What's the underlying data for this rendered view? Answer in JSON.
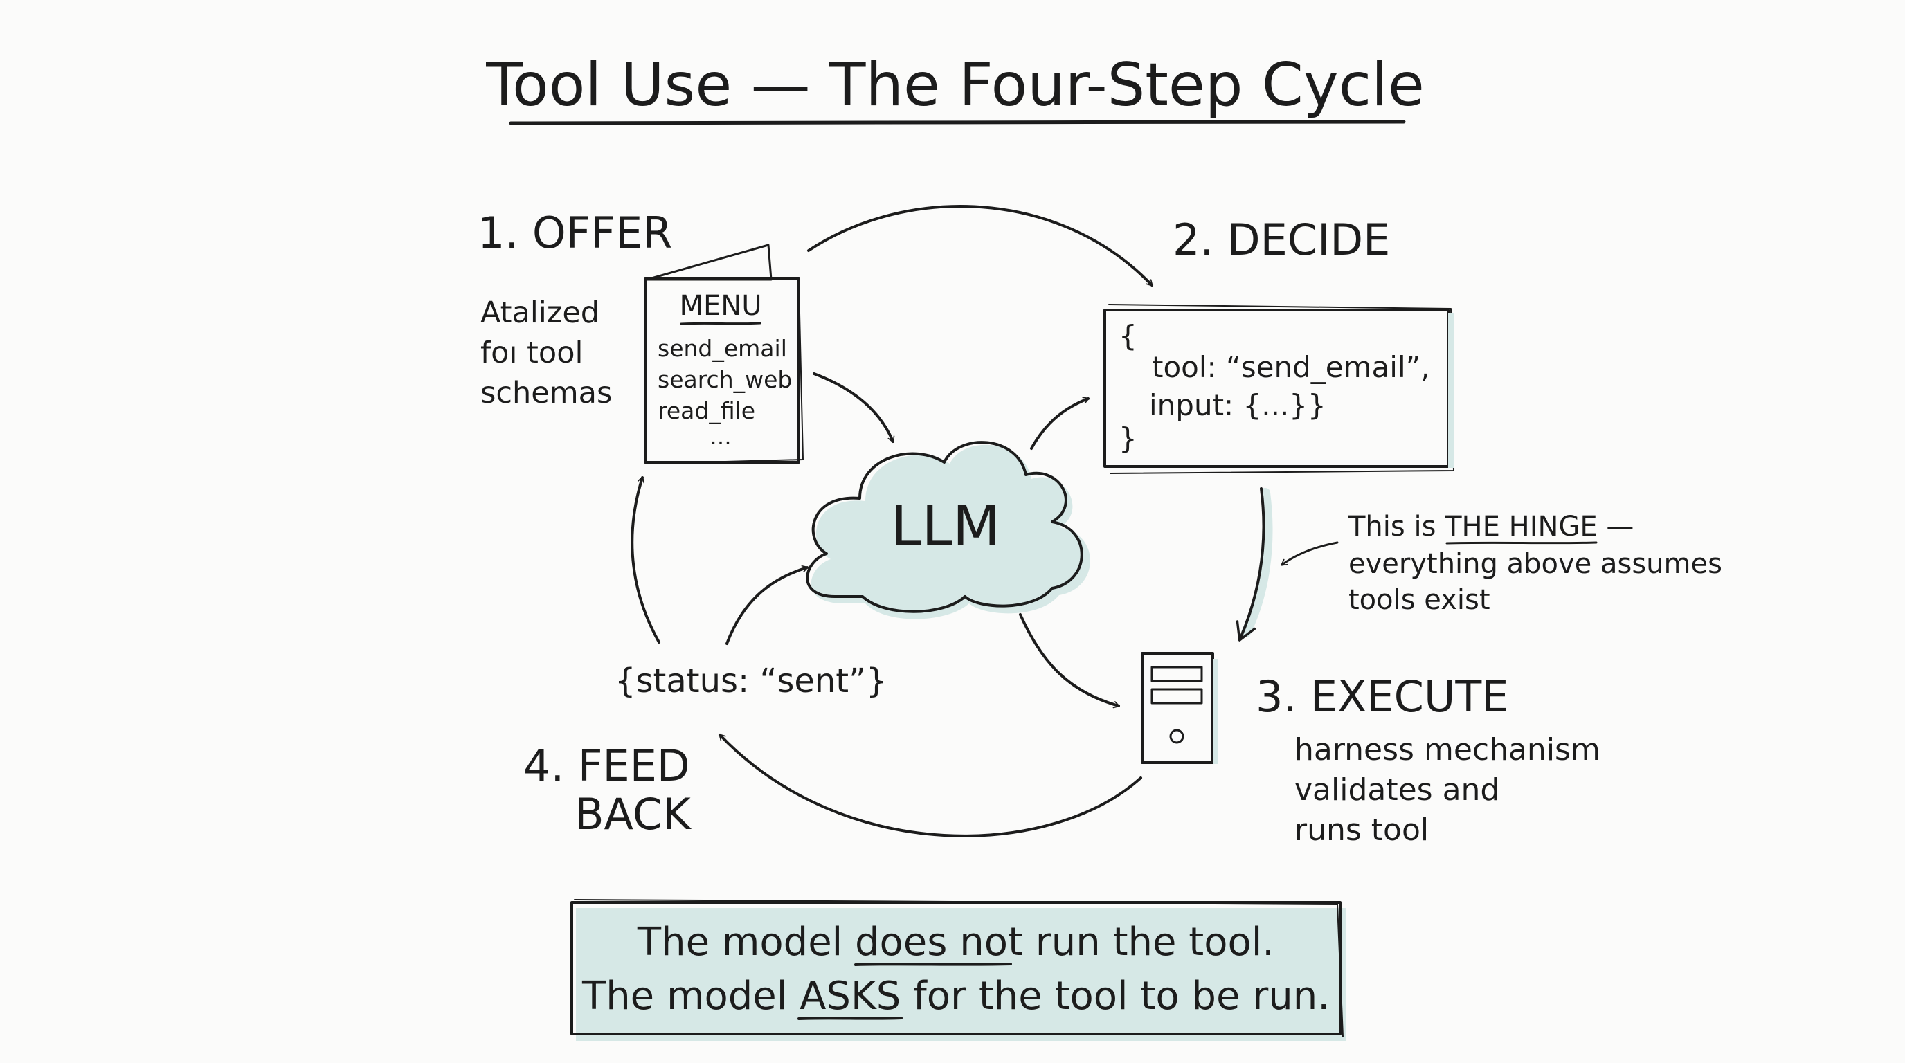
{
  "title": "Tool Use — The Four-Step Cycle",
  "palette": {
    "ink": "#1c1c1c",
    "accent_fill": "#d6e8e6",
    "background": "#fbfbfa"
  },
  "center": {
    "label": "LLM",
    "icon": "cloud-icon"
  },
  "steps": {
    "offer": {
      "label": "1. OFFER",
      "note_lines": [
        "Atalized",
        "foı tool",
        "schemas"
      ],
      "menu": {
        "icon": "menu-card-icon",
        "heading": "MENU",
        "items": [
          "send_email",
          "search_web",
          "read_file",
          "..."
        ]
      }
    },
    "decide": {
      "label": "2. DECIDE",
      "json_lines": [
        "{",
        "tool: “send_email”,",
        "input: {...}}",
        "}"
      ]
    },
    "execute": {
      "label": "3. EXECUTE",
      "icon": "server-icon",
      "note_lines": [
        "harness mechanism",
        "validates and",
        "runs tool"
      ]
    },
    "feedback": {
      "label_lines": [
        "4. FEED",
        "BACK"
      ],
      "result": "{status: “sent”}"
    }
  },
  "hinge_note": {
    "prefix": "This is ",
    "emphasis": "THE HINGE",
    "suffix": " —",
    "lines": [
      "everything above assumes",
      "tools exist"
    ]
  },
  "takeaway": {
    "line1": {
      "before": "The model ",
      "emphasis": "does not",
      "after": " run the tool."
    },
    "line2": {
      "before": "The model ",
      "emphasis": "ASKS",
      "after": " for the tool to be run."
    }
  }
}
